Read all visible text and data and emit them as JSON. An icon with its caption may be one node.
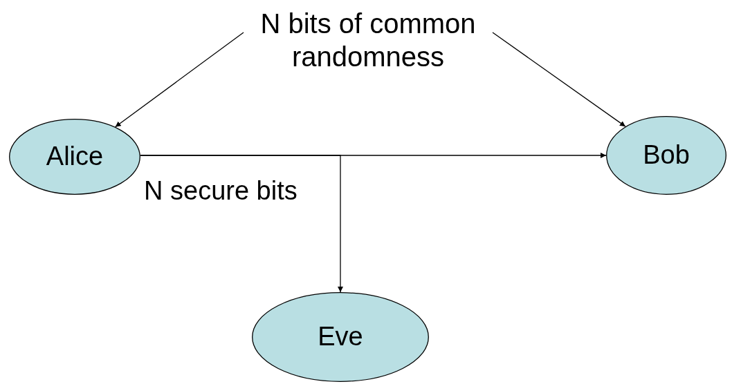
{
  "diagram": {
    "nodes": [
      {
        "text": [
          "N bits of common randomness"
        ]
      },
      {
        "text": [
          "Alice"
        ]
      },
      {
        "text": [
          "Bob"
        ]
      },
      {
        "text": [
          "Eve"
        ]
      }
    ],
    "edges": [
      {
        "from": 0,
        "to": 1,
        "arrow": "to"
      },
      {
        "from": 0,
        "to": 2,
        "arrow": "to"
      },
      {
        "from": 1,
        "to": 2,
        "arrow": "to",
        "label": "N secure bits"
      },
      {
        "from": 1,
        "to": 3,
        "arrow": "to"
      }
    ]
  }
}
